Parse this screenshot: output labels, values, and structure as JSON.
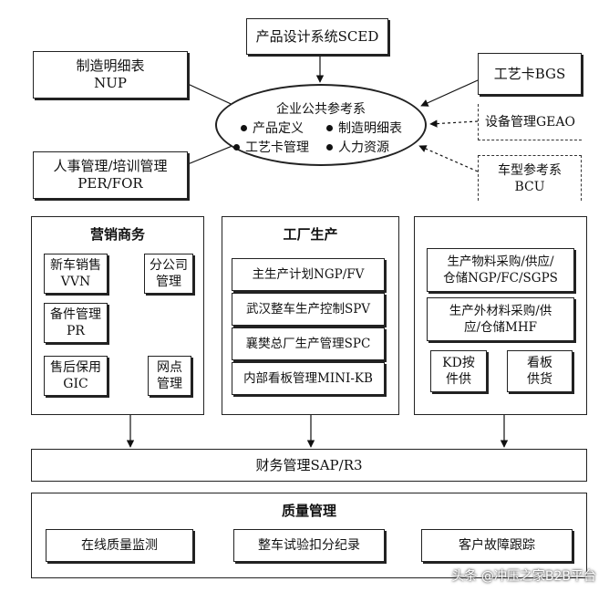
{
  "top_system": "产品设计系统SCED",
  "left_inputs": {
    "nup": {
      "line1": "制造明细表",
      "line2": "NUP"
    },
    "per": {
      "line1": "人事管理/培训管理",
      "line2": "PER/FOR"
    }
  },
  "right_inputs": {
    "bgs": "工艺卡BGS",
    "geao": "设备管理GEAO",
    "bcu": {
      "line1": "车型参考系",
      "line2": "BCU"
    }
  },
  "reference_system": {
    "title": "企业公共参考系",
    "items": [
      "产品定义",
      "制造明细表",
      "工艺卡管理",
      "人力资源"
    ]
  },
  "marketing": {
    "title": "营销商务",
    "vvn": {
      "line1": "新车销售",
      "line2": "VVN"
    },
    "branch": {
      "line1": "分公司",
      "line2": "管理"
    },
    "pr": {
      "line1": "备件管理",
      "line2": "PR"
    },
    "gic": {
      "line1": "售后保用",
      "line2": "GIC"
    },
    "outlet": {
      "line1": "网点",
      "line2": "管理"
    }
  },
  "factory": {
    "title": "工厂生产",
    "items": [
      "主生产计划NGP/FV",
      "武汉整车生产控制SPV",
      "襄樊总厂生产管理SPC",
      "内部看板管理MINI-KB"
    ]
  },
  "supply": {
    "sgps": {
      "line1": "生产物料采购/供应/",
      "line2": "仓储NGP/FC/SGPS"
    },
    "mhf": {
      "line1": "生产外材料采购/供",
      "line2": "应/仓储MHF"
    },
    "kd": {
      "line1": "KD按",
      "line2": "件供"
    },
    "kanban": {
      "line1": "看板",
      "line2": "供货"
    }
  },
  "finance": "财务管理SAP/R3",
  "quality": {
    "title": "质量管理",
    "items": [
      "在线质量监测",
      "整车试验扣分纪录",
      "客户故障跟踪"
    ]
  },
  "watermark": "头条 @冲压之家B2B平台"
}
